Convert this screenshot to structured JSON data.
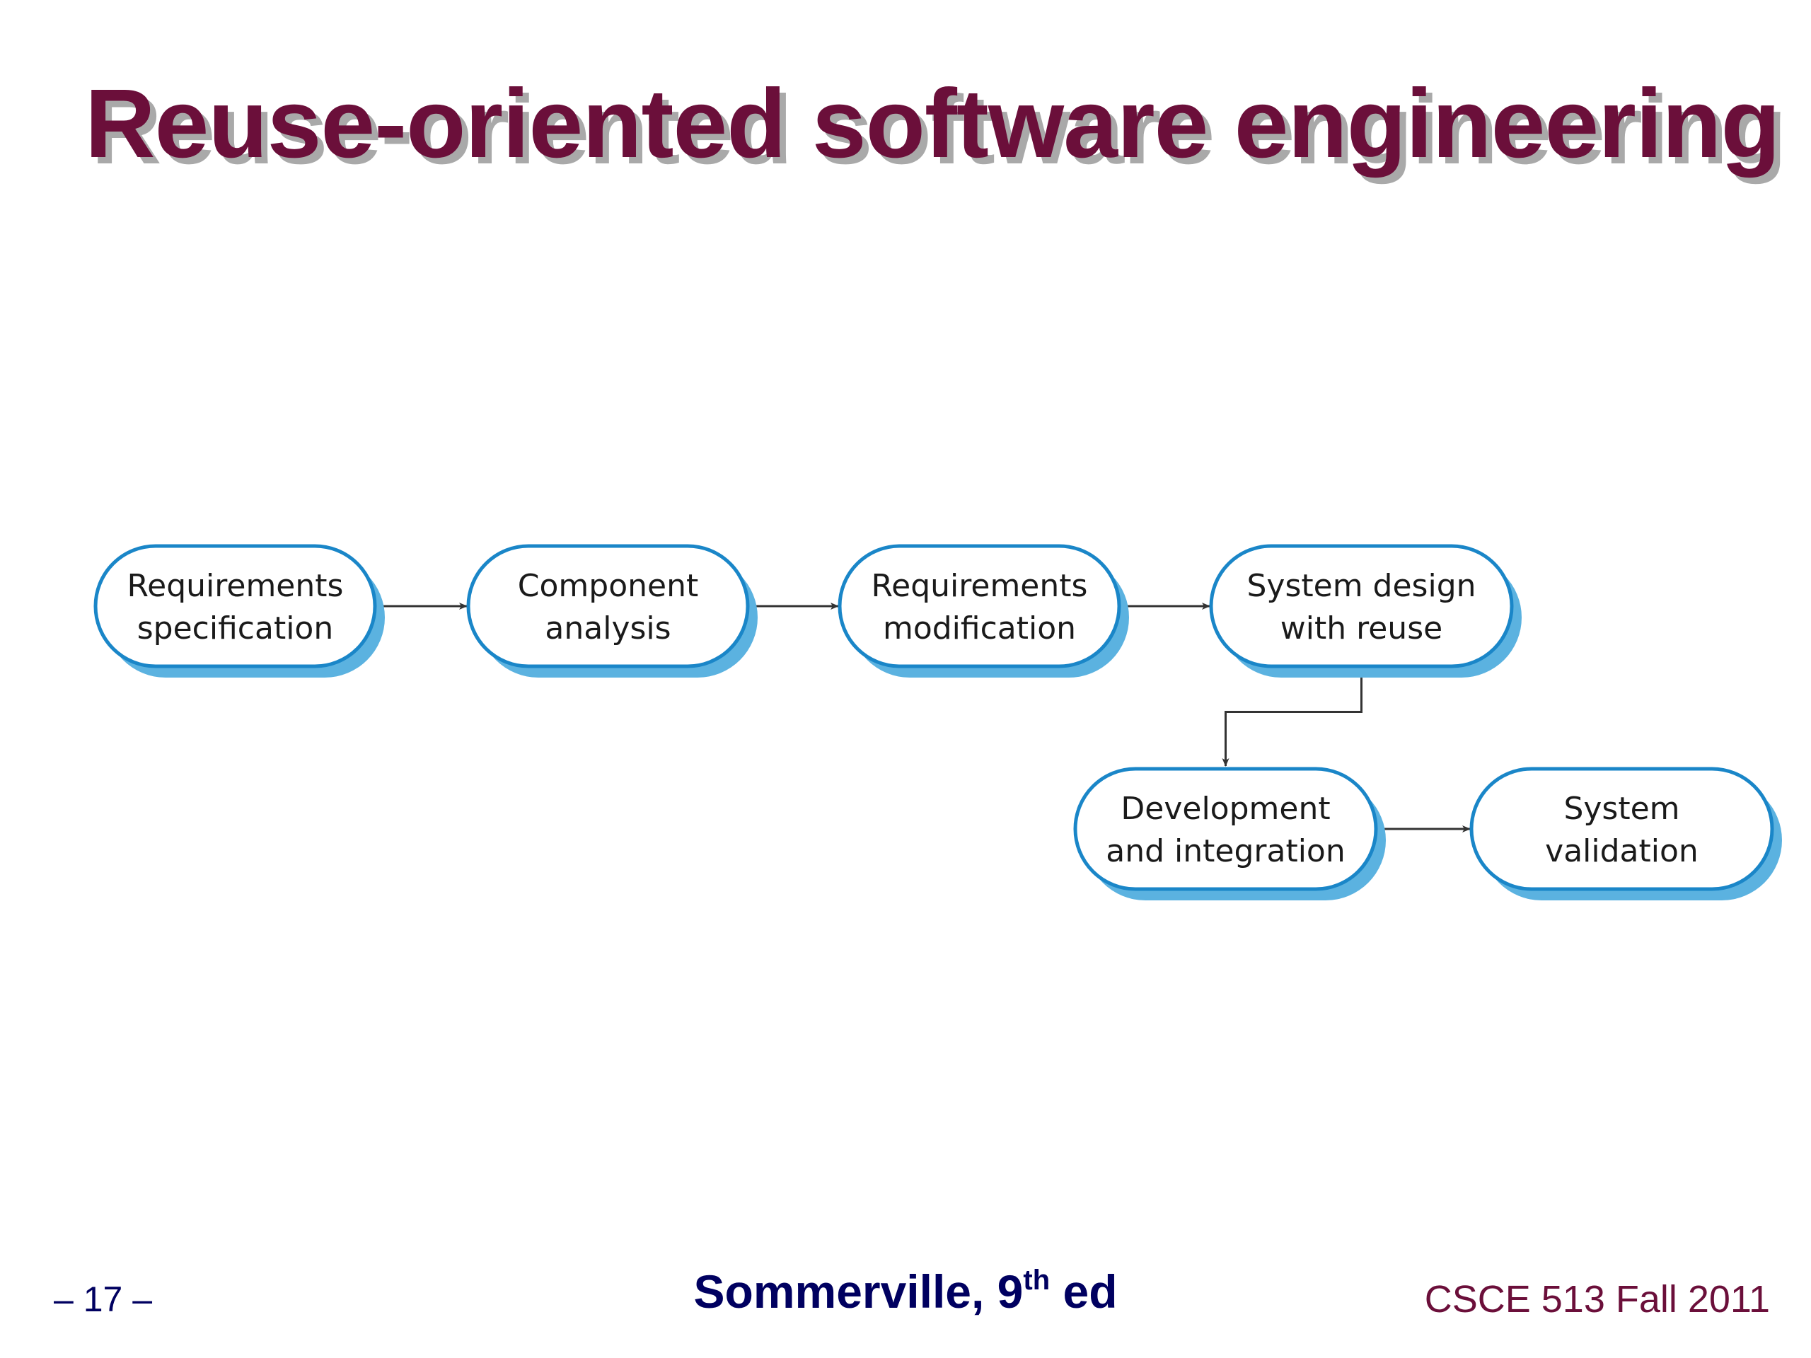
{
  "slide": {
    "title": "Reuse-oriented software engineering"
  },
  "diagram": {
    "nodes": [
      {
        "id": "req-spec",
        "lines": [
          "Requirements",
          "specification"
        ]
      },
      {
        "id": "comp-analysis",
        "lines": [
          "Component",
          "analysis"
        ]
      },
      {
        "id": "req-mod",
        "lines": [
          "Requirements",
          "modification"
        ]
      },
      {
        "id": "sys-design",
        "lines": [
          "System design",
          "with reuse"
        ]
      },
      {
        "id": "dev-int",
        "lines": [
          "Development",
          "and integration"
        ]
      },
      {
        "id": "sys-val",
        "lines": [
          "System",
          "validation"
        ]
      }
    ],
    "edges": [
      {
        "from": "req-spec",
        "to": "comp-analysis"
      },
      {
        "from": "comp-analysis",
        "to": "req-mod"
      },
      {
        "from": "req-mod",
        "to": "sys-design"
      },
      {
        "from": "sys-design",
        "to": "dev-int"
      },
      {
        "from": "dev-int",
        "to": "sys-val"
      }
    ],
    "colors": {
      "node_border": "#1a86c8",
      "node_shadow": "#5bb2e0",
      "node_fill": "#ffffff",
      "edge": "#333333"
    }
  },
  "footer": {
    "page": "– 17 –",
    "source_main": "Sommerville, 9",
    "source_sup": "th",
    "source_tail": " ed",
    "course": "CSCE 513 Fall 2011"
  }
}
